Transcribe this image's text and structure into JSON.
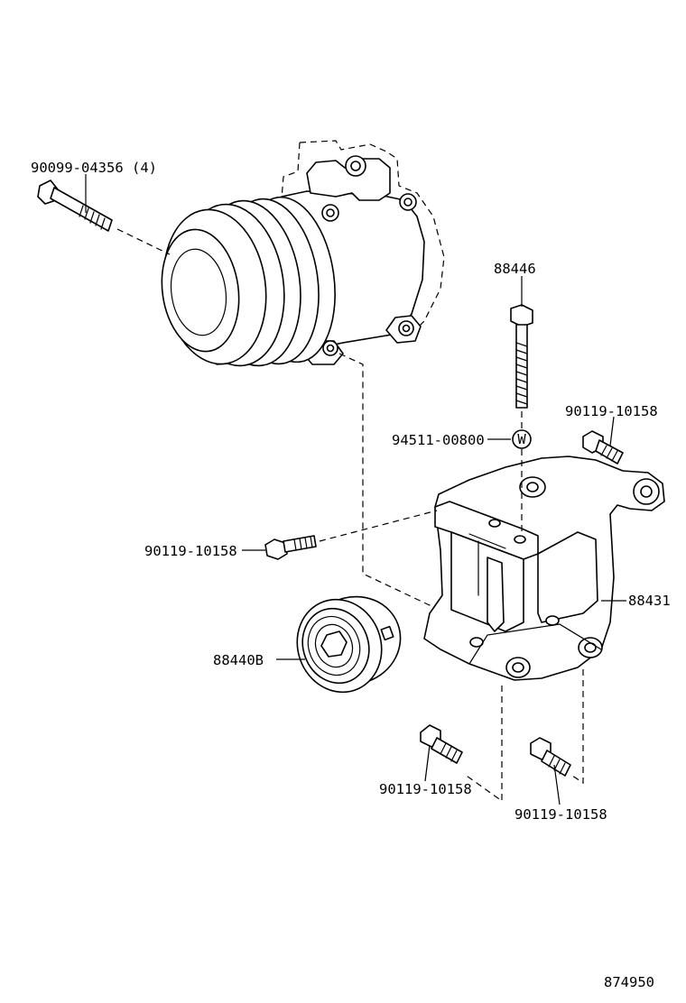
{
  "diagram": {
    "labels": {
      "bolt_compressor": "90099-04356 (4)",
      "bolt_bracket_top": "88446",
      "washer": "94511-00800",
      "washer_symbol": "W",
      "bolt_right": "90119-10158",
      "bolt_left": "90119-10158",
      "bracket": "88431",
      "idler_pulley": "88440B",
      "bolt_bottom_left": "90119-10158",
      "bolt_bottom_right": "90119-10158"
    },
    "illustration_number": "874950"
  }
}
